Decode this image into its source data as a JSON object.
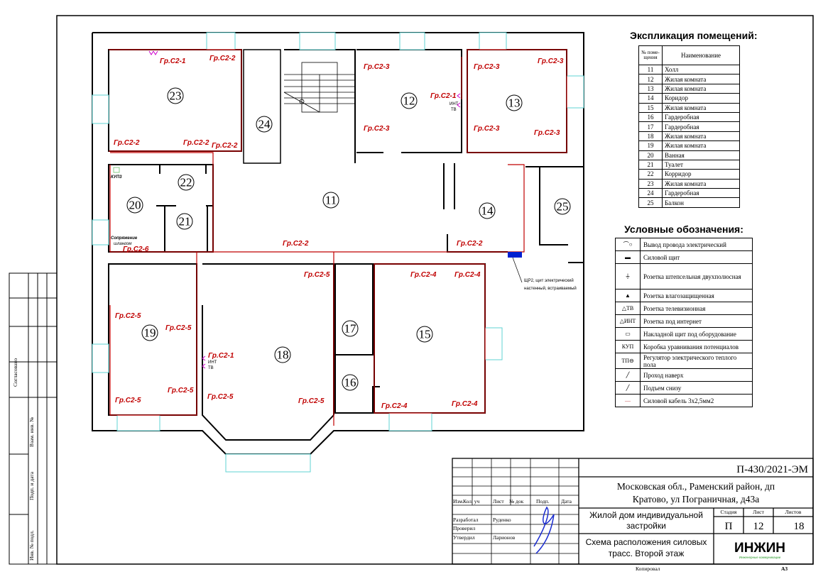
{
  "explication": {
    "title": "Экспликация помещений:",
    "header": {
      "num": "№ поме-щения",
      "name": "Наименование"
    },
    "rows": [
      {
        "num": "11",
        "name": "Холл"
      },
      {
        "num": "12",
        "name": "Жилая комната"
      },
      {
        "num": "13",
        "name": "Жилая комната"
      },
      {
        "num": "14",
        "name": "Коридор"
      },
      {
        "num": "15",
        "name": "Жилая комната"
      },
      {
        "num": "16",
        "name": "Гардеробная"
      },
      {
        "num": "17",
        "name": "Гардеробная"
      },
      {
        "num": "18",
        "name": "Жилая комната"
      },
      {
        "num": "19",
        "name": "Жилая комната"
      },
      {
        "num": "20",
        "name": "Ванная"
      },
      {
        "num": "21",
        "name": "Туалет"
      },
      {
        "num": "22",
        "name": "Корридор"
      },
      {
        "num": "23",
        "name": "Жилая комната"
      },
      {
        "num": "24",
        "name": "Гардеробная"
      },
      {
        "num": "25",
        "name": "Балкон"
      }
    ]
  },
  "legend": {
    "title": "Условные обозначения:",
    "items": [
      {
        "icon": "wire-outlet-icon",
        "symbol": "⌒○",
        "label": "Вывод провода электрический"
      },
      {
        "icon": "power-panel-icon",
        "symbol": "▬",
        "label": "Силовой щит"
      },
      {
        "icon": "socket-double-icon",
        "symbol": "⏚",
        "label": "Розетка штепсельная двухполюсная"
      },
      {
        "icon": "socket-waterproof-icon",
        "symbol": "▲",
        "label": "Розетка влагозащищенная"
      },
      {
        "icon": "tv-socket-icon",
        "symbol": "△ТВ",
        "label": "Розетка телевизионная"
      },
      {
        "icon": "internet-socket-icon",
        "symbol": "△ИНТ",
        "label": "Розетка под интернет"
      },
      {
        "icon": "surface-panel-icon",
        "symbol": "▭",
        "label": "Накладной щит под оборудование"
      },
      {
        "icon": "potential-box-icon",
        "symbol": "КУП",
        "label": "Коробка уравнивания потенциалов"
      },
      {
        "icon": "floor-heating-regulator-icon",
        "symbol": "ТП⊖",
        "label": "Регулятор электрического теплого пола"
      },
      {
        "icon": "pass-up-icon",
        "symbol": "╱",
        "label": "Проход наверх"
      },
      {
        "icon": "rise-from-below-icon",
        "symbol": "╱",
        "label": "Подъем снизу"
      },
      {
        "icon": "power-cable-icon",
        "symbol": "—",
        "label": "Силовой кабель 3х2,5мм2"
      }
    ]
  },
  "rooms": [
    "23",
    "24",
    "12",
    "13",
    "11",
    "14",
    "25",
    "22",
    "20",
    "21",
    "19",
    "18",
    "17",
    "15",
    "16"
  ],
  "groups": [
    "Гр.С2-1",
    "Гр.С2-2",
    "Гр.С2-2",
    "Гр.С2-2",
    "Гр.С2-2",
    "Гр.С2-3",
    "Гр.С2-3",
    "Гр.С2-1",
    "Гр.С2-3",
    "Гр.С2-3",
    "Гр.С2-3",
    "Гр.С2-3",
    "Гр.С2-6",
    "Гр.С2-2",
    "Гр.С2-2",
    "Гр.С2-5",
    "Гр.С2-4",
    "Гр.С2-4",
    "Гр.С2-5",
    "Гр.С2-5",
    "Гр.С2-1",
    "Гр.С2-5",
    "Гр.С2-5",
    "Гр.С2-5",
    "Гр.С2-5",
    "Гр.С2-4",
    "Гр.С2-4"
  ],
  "annotations": {
    "kup": "КУП3",
    "joint_1": "Сопряжение",
    "joint_2": "шлангом",
    "panel_1": "ЩР2, щит электрический",
    "panel_2": "настенный, встраиваемый",
    "tv": "ТВ",
    "int": "ИНТ"
  },
  "side_stamp": {
    "agreed": "Согласовано",
    "inv_replace": "Взам. инв. №",
    "sign_date": "Подп. и дата",
    "inv_orig": "Инв. № подл."
  },
  "title_block": {
    "code": "П-430/2021-ЭМ",
    "address_1": "Московская обл., Раменский район, дп",
    "address_2": "Кратово, ул Пограничная, д43а",
    "object_1": "Жилой дом индивидуальной",
    "object_2": "застройки",
    "sheet_title_1": "Схема расположения силовых",
    "sheet_title_2": "трасс. Второй этаж",
    "cols": [
      "Изм.",
      "Кол. уч",
      "Лист",
      "№ док",
      "Подп.",
      "Дата"
    ],
    "roles": [
      {
        "role": "Разработал",
        "name": "Руденко"
      },
      {
        "role": "Проверил",
        "name": ""
      },
      {
        "role": "Утвердил",
        "name": "Ларионов"
      }
    ],
    "stage_label": "Стадия",
    "sheet_label": "Лист",
    "sheets_label": "Листов",
    "stage": "П",
    "sheet": "12",
    "sheets": "18",
    "logo": "ИНЖИН",
    "logo_sub": "Инженерные коммуникации",
    "copied": "Копировал",
    "format": "А3"
  }
}
